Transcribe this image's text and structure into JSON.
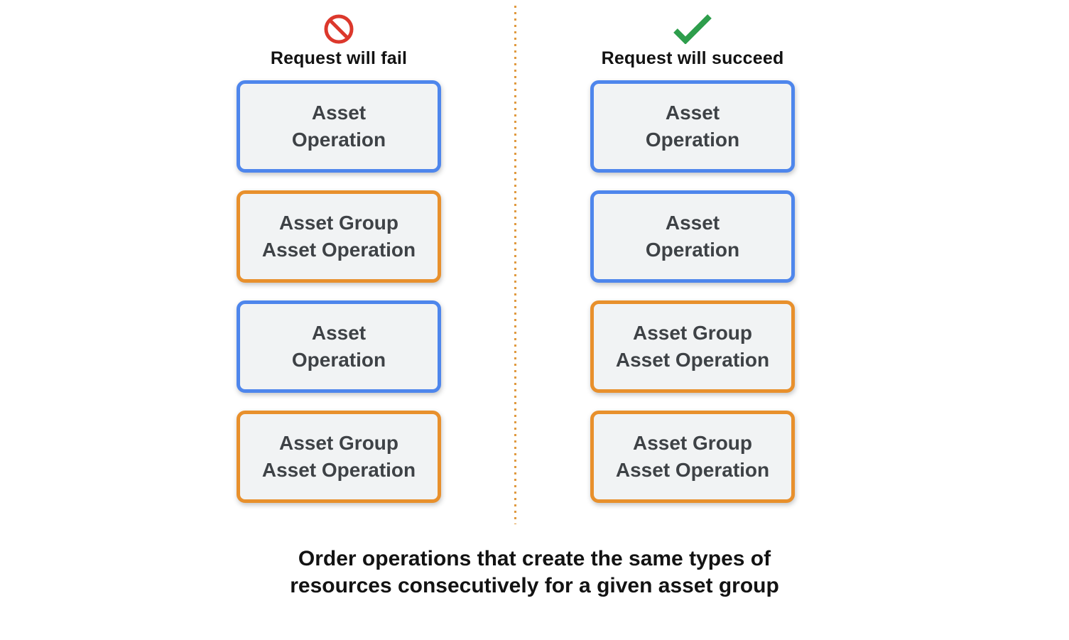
{
  "columns": {
    "fail": {
      "title": "Request will fail",
      "icon": "prohibition-icon",
      "boxes": [
        {
          "line1": "Asset",
          "line2": "Operation",
          "variant": "blue"
        },
        {
          "line1": "Asset Group",
          "line2": "Asset Operation",
          "variant": "orange"
        },
        {
          "line1": "Asset",
          "line2": "Operation",
          "variant": "blue"
        },
        {
          "line1": "Asset Group",
          "line2": "Asset Operation",
          "variant": "orange"
        }
      ]
    },
    "succeed": {
      "title": "Request will succeed",
      "icon": "check-icon",
      "boxes": [
        {
          "line1": "Asset",
          "line2": "Operation",
          "variant": "blue"
        },
        {
          "line1": "Asset",
          "line2": "Operation",
          "variant": "blue"
        },
        {
          "line1": "Asset Group",
          "line2": "Asset Operation",
          "variant": "orange"
        },
        {
          "line1": "Asset Group",
          "line2": "Asset Operation",
          "variant": "orange"
        }
      ]
    }
  },
  "caption": {
    "line1": "Order operations that create the same types of",
    "line2": "resources consecutively for a given asset group"
  },
  "colors": {
    "asset_operation_border": "#4e86ec",
    "asset_group_operation_border": "#e8902c",
    "box_background": "#f1f3f4",
    "box_text": "#3e4246",
    "fail_icon_red": "#dc382c",
    "succeed_icon_green": "#2e9e4c",
    "divider_orange": "#e09a40",
    "background": "#ffffff"
  }
}
